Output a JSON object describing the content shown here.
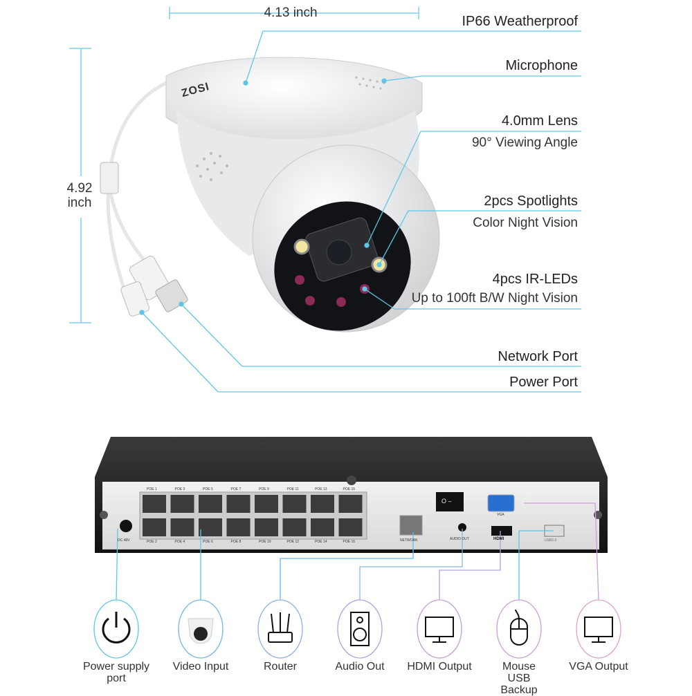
{
  "dimensions": {
    "width": "4.13 inch",
    "height_value": "4.92",
    "height_unit": "inch"
  },
  "brand": "ZOSI",
  "camera_features": [
    {
      "title": "IP66 Weatherproof"
    },
    {
      "title": "Microphone"
    },
    {
      "title": "4.0mm Lens",
      "subtitle": "90° Viewing Angle"
    },
    {
      "title": "2pcs Spotlights",
      "subtitle": "Color Night Vision"
    },
    {
      "title": "4pcs IR-LEDs",
      "subtitle": "Up to 100ft B/W Night Vision"
    },
    {
      "title": "Network Port"
    },
    {
      "title": "Power Port"
    }
  ],
  "nvr": {
    "poe_top": [
      "POE 1",
      "POE 3",
      "POE 5",
      "POE 7",
      "POE 9",
      "POE 11",
      "POE 13",
      "POE 15"
    ],
    "poe_bottom": [
      "POE 2",
      "POE 4",
      "POE 6",
      "POE 8",
      "POE 10",
      "POE 12",
      "POE 14",
      "POE 16"
    ],
    "dc_label": "DC 48V",
    "network_label": "NETWORK",
    "audio_label": "AUDIO OUT",
    "hdmi_label": "HDMI",
    "vga_label": "VGA",
    "usb_label": "USB2.0",
    "switch_label": "O –"
  },
  "ports": [
    {
      "label": "Power supply port",
      "icon": "power-icon"
    },
    {
      "label": "Video Input",
      "icon": "camera-icon"
    },
    {
      "label": "Router",
      "icon": "router-icon"
    },
    {
      "label": "Audio Out",
      "icon": "speaker-icon"
    },
    {
      "label": "HDMI Output",
      "icon": "monitor-icon"
    },
    {
      "label": "Mouse USB Backup",
      "icon": "mouse-icon"
    },
    {
      "label": "VGA Output",
      "icon": "monitor-icon"
    }
  ],
  "colors": {
    "line_blue": "#5ec6e6",
    "line_purple": "#c9a0d8",
    "accent": "#7fd0ea"
  }
}
